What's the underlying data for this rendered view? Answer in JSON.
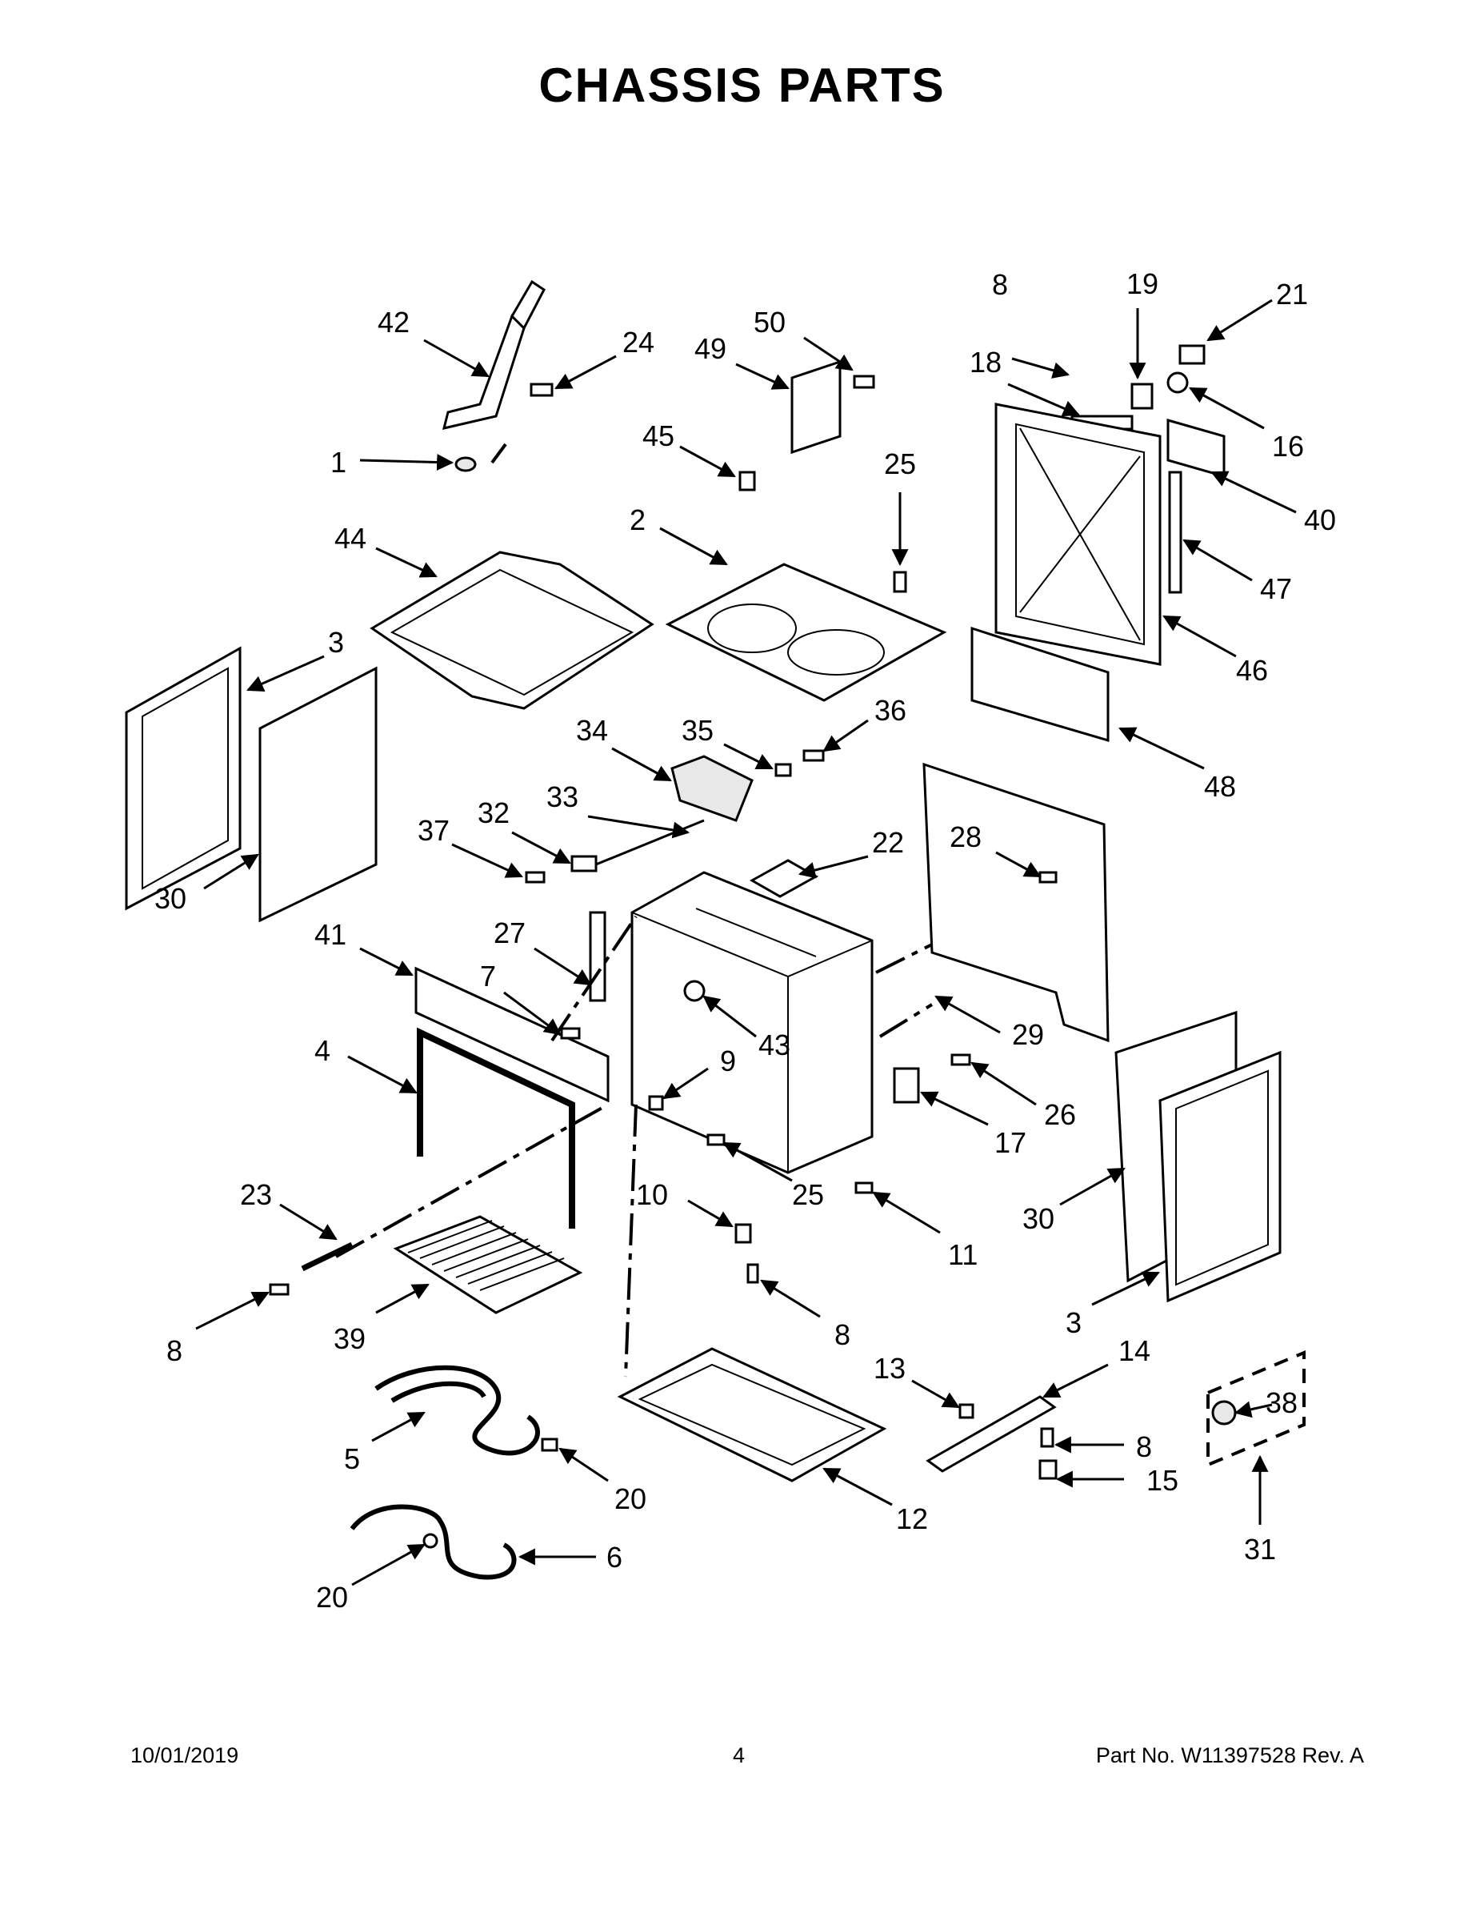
{
  "title": "CHASSIS PARTS",
  "footer": {
    "date": "10/01/2019",
    "page": "4",
    "part_no": "Part No.  W11397528  Rev.  A"
  },
  "labels": {
    "l1": "1",
    "l2": "2",
    "l3a": "3",
    "l3b": "3",
    "l4": "4",
    "l5": "5",
    "l6": "6",
    "l7": "7",
    "l8a": "8",
    "l8b": "8",
    "l8c": "8",
    "l8d": "8",
    "l9": "9",
    "l10": "10",
    "l11": "11",
    "l12": "12",
    "l13": "13",
    "l14": "14",
    "l15": "15",
    "l16": "16",
    "l17": "17",
    "l18": "18",
    "l19": "19",
    "l20a": "20",
    "l20b": "20",
    "l21": "21",
    "l22": "22",
    "l23": "23",
    "l24": "24",
    "l25a": "25",
    "l25b": "25",
    "l26": "26",
    "l27": "27",
    "l28": "28",
    "l29": "29",
    "l30a": "30",
    "l30b": "30",
    "l31": "31",
    "l32": "32",
    "l33": "33",
    "l34": "34",
    "l35": "35",
    "l36": "36",
    "l37": "37",
    "l38": "38",
    "l39": "39",
    "l40": "40",
    "l41": "41",
    "l42": "42",
    "l43": "43",
    "l44": "44",
    "l45": "45",
    "l46": "46",
    "l47": "47",
    "l48": "48",
    "l49": "49",
    "l50": "50"
  }
}
